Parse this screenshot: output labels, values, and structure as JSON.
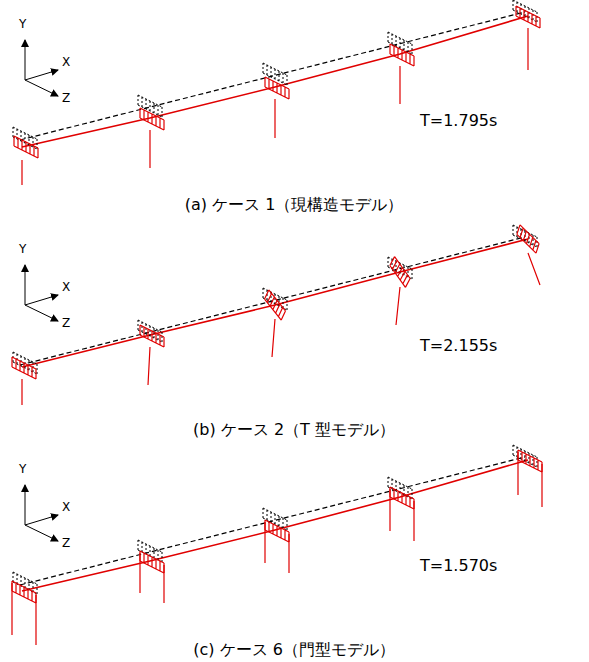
{
  "diagram": {
    "labels": [
      "Y",
      "X",
      "Z",
      "T=1.795s",
      "(a) ケース 1（現構造モデル）",
      "Y",
      "X",
      "Z",
      "T=2.155s",
      "(b) ケース 2（T 型モデル）",
      "Y",
      "X",
      "Z",
      "T=1.570s",
      "(c) ケース 6（門型モデル）"
    ]
  }
}
